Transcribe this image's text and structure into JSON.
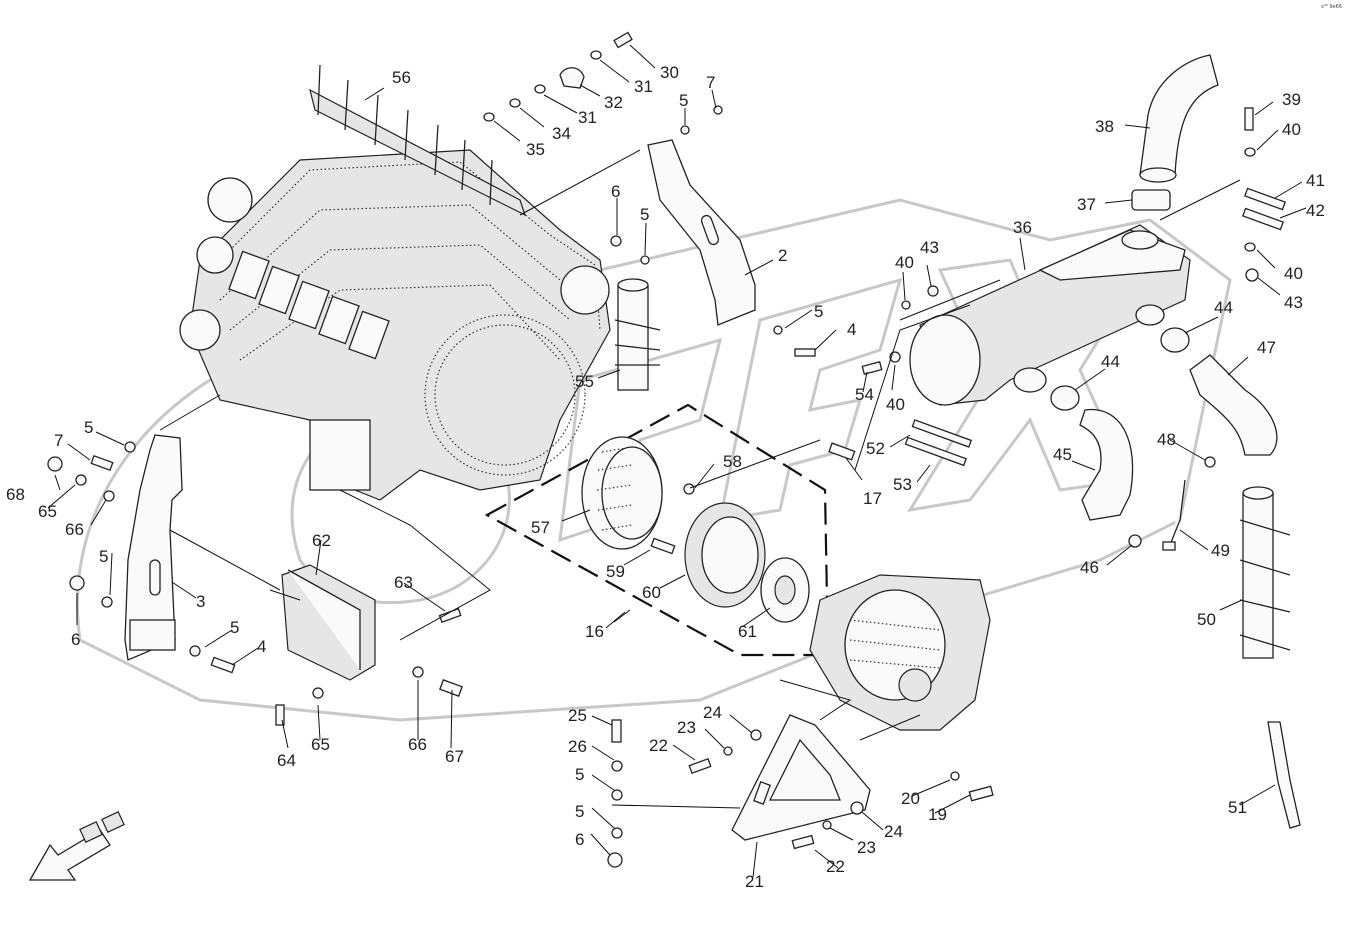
{
  "corner_code": "s⁰⁰ 9e66",
  "callouts": [
    "30",
    "31",
    "32",
    "31",
    "34",
    "35",
    "56",
    "7",
    "5",
    "2",
    "6",
    "5",
    "5",
    "4",
    "55",
    "39",
    "40",
    "41",
    "42",
    "40",
    "43",
    "38",
    "37",
    "36",
    "43",
    "40",
    "44",
    "47",
    "44",
    "54",
    "40",
    "52",
    "53",
    "58",
    "17",
    "57",
    "59",
    "60",
    "61",
    "16",
    "45",
    "46",
    "48",
    "49",
    "50",
    "51",
    "5",
    "7",
    "68",
    "65",
    "66",
    "5",
    "3",
    "6",
    "5",
    "4",
    "62",
    "63",
    "64",
    "65",
    "66",
    "67",
    "25",
    "26",
    "5",
    "5",
    "6",
    "22",
    "23",
    "24",
    "21",
    "22",
    "23",
    "24",
    "20",
    "19"
  ]
}
